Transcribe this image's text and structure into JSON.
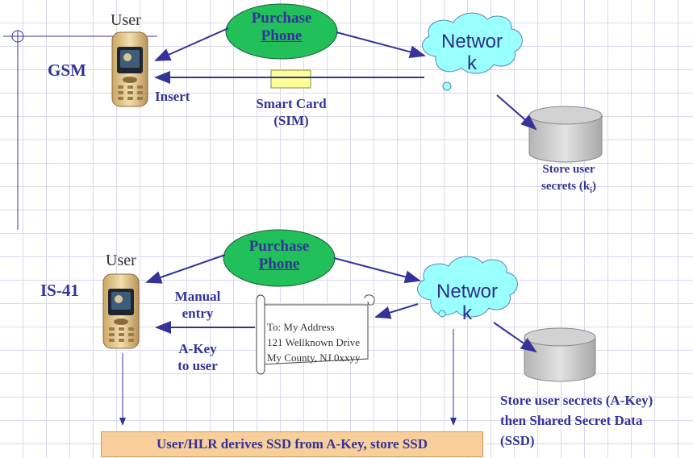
{
  "gsm": {
    "system_label": "GSM",
    "user_label": "User",
    "purchase_line1": "Purchase",
    "purchase_line2": "Phone",
    "network_line1": "Networ",
    "network_line2": "k",
    "insert_label": "Insert",
    "smart_card_line1": "Smart Card",
    "smart_card_line2": "(SIM)",
    "store_line1": "Store user",
    "store_line2_prefix": "secrets (k",
    "store_line2_sub": "i",
    "store_line2_suffix": ")"
  },
  "is41": {
    "system_label": "IS-41",
    "user_label": "User",
    "purchase_line1": "Purchase",
    "purchase_line2": "Phone",
    "network_line1": "Networ",
    "network_line2": "k",
    "manual_line1": "Manual",
    "manual_line2": "entry",
    "akey_line1": "A-Key",
    "akey_line2": "to user",
    "address_line1": "To: My Address",
    "address_line2": "121 Wellknown Drive",
    "address_line3": "My County, NJ 0xxyy",
    "store_line1": "Store user secrets (A-Key)",
    "store_line2": "then Shared Secret Data",
    "store_line3": "(SSD)",
    "ssd_box": "User/HLR derives SSD from A-Key, store SSD"
  },
  "colors": {
    "ellipse": "#22c05a",
    "cloud": "#99ffff",
    "arrow": "#333399",
    "cylinder": "#c8c8c8",
    "ssd_box": "#f8cf9a"
  }
}
